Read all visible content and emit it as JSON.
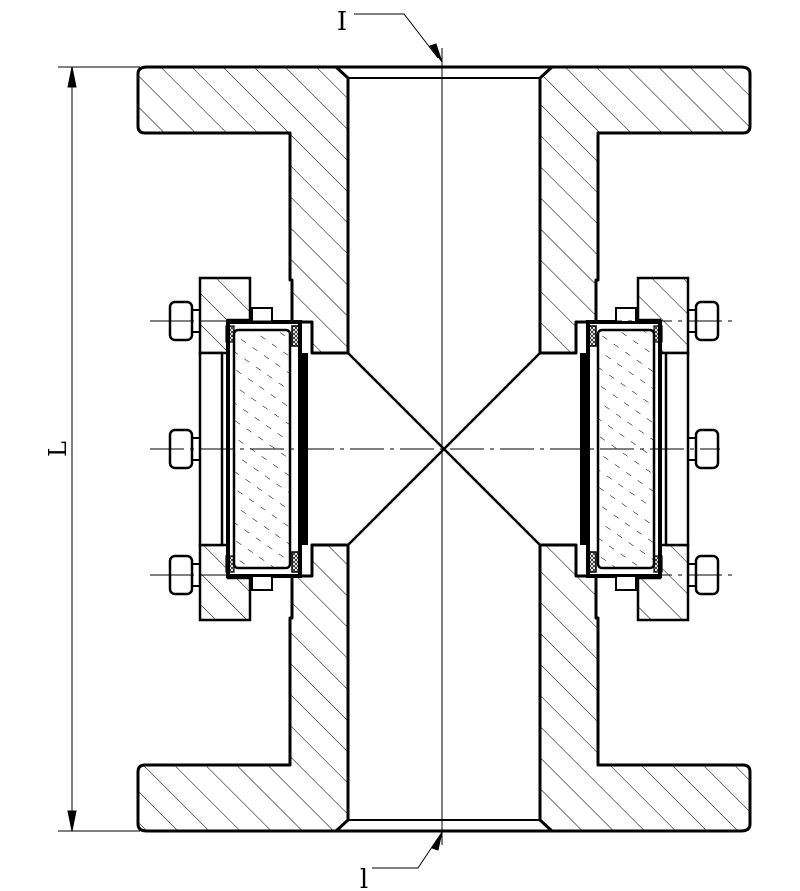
{
  "labels": {
    "section_top": "I",
    "section_bottom": "l",
    "length_dimension": "L"
  }
}
